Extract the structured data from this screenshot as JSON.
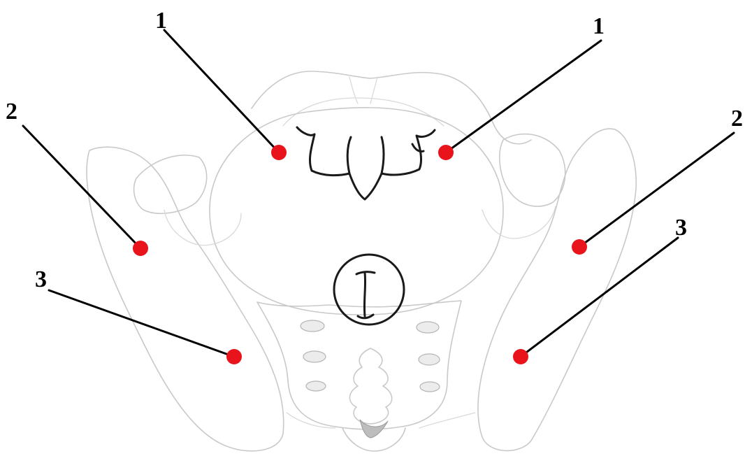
{
  "diagram": {
    "marker_color": "#e8131b",
    "line_color": "#000000",
    "callouts": [
      {
        "id": "callout-1-left",
        "label": "1"
      },
      {
        "id": "callout-1-right",
        "label": "1"
      },
      {
        "id": "callout-2-left",
        "label": "2"
      },
      {
        "id": "callout-2-right",
        "label": "2"
      },
      {
        "id": "callout-3-left",
        "label": "3"
      },
      {
        "id": "callout-3-right",
        "label": "3"
      }
    ]
  }
}
